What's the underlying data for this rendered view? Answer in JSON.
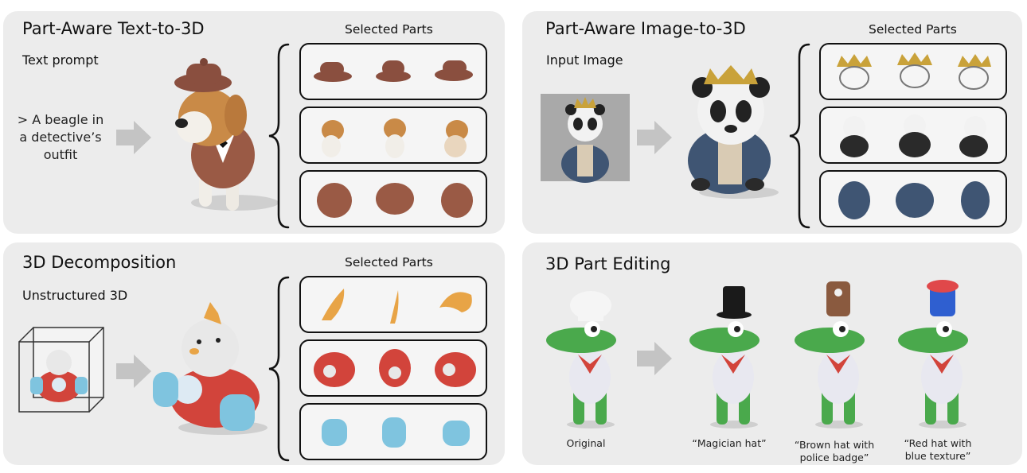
{
  "panels": {
    "text_to_3d": {
      "title": "Part-Aware Text-to-3D",
      "input_label": "Text prompt",
      "prompt_lines": [
        "> A beagle in",
        "a detective’s",
        "outfit"
      ],
      "parts_title": "Selected Parts"
    },
    "image_to_3d": {
      "title": "Part-Aware Image-to-3D",
      "input_label": "Input Image",
      "parts_title": "Selected Parts"
    },
    "decomposition": {
      "title": "3D Decomposition",
      "input_label": "Unstructured 3D",
      "parts_title": "Selected Parts"
    },
    "editing": {
      "title": "3D Part Editing",
      "captions": [
        [
          "Original"
        ],
        [
          "“Magician hat”"
        ],
        [
          "“Brown hat with",
          "police badge”"
        ],
        [
          "“Red hat with",
          "blue texture”"
        ]
      ]
    }
  },
  "colors": {
    "panel_bg": "#ececec",
    "arrow": "#c4c4c4",
    "hat_brown": "#8a4f3f",
    "beagle_tan": "#c98a47",
    "crown_gold": "#c9a23a",
    "robe_blue": "#3f5573",
    "toy_orange": "#e8a446",
    "toy_red": "#d2443b",
    "toy_blue": "#7fc4df",
    "croc_green": "#4aa94c"
  }
}
